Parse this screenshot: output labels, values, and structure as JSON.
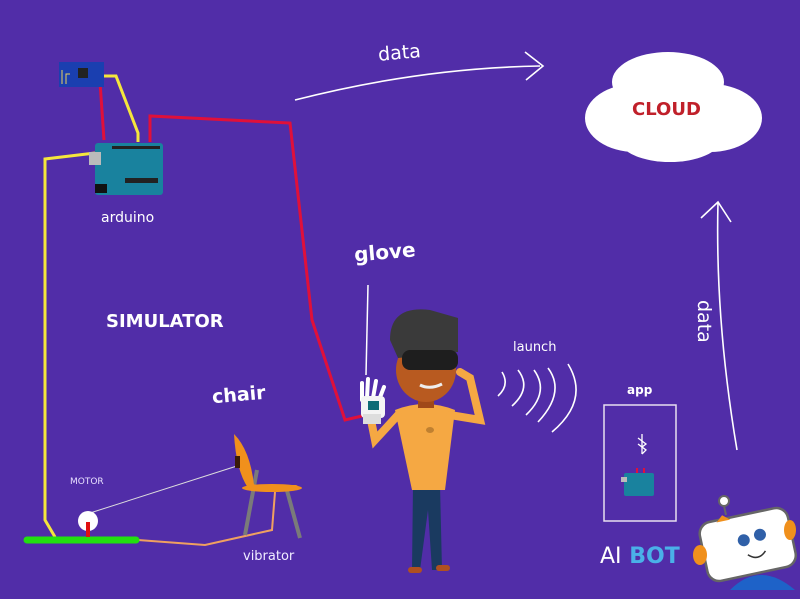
{
  "labels": {
    "data_top": "data",
    "cloud": "CLOUD",
    "arduino": "arduino",
    "glove": "glove",
    "simulator": "SIMULATOR",
    "launch": "launch",
    "chair": "chair",
    "motor": "MOTOR",
    "vibrator": "vibrator",
    "app": "app",
    "data_side": "data",
    "ai": "AI",
    "bot": "BOT"
  },
  "colors": {
    "background": "#512da8",
    "wire_red": "#e0103a",
    "wire_yellow": "#f5e63c",
    "wire_orange": "#f0a060",
    "base_green": "#22e010",
    "cloud_text": "#c0202a",
    "bot_blue": "#4ab0e8",
    "shirt": "#f5a843",
    "chair": "#f0901c"
  }
}
